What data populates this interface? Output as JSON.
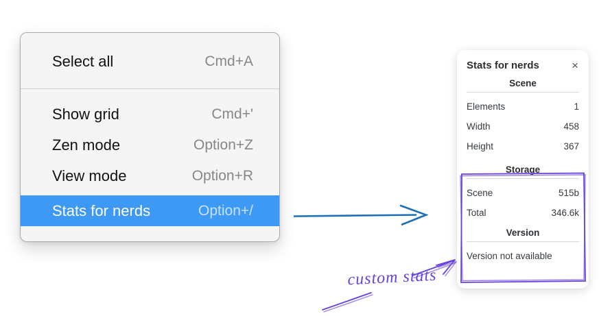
{
  "colors": {
    "highlight_blue": "#3d99f4",
    "arrow_blue": "#1c6fb8",
    "annotation_purple": "#6741d9"
  },
  "context_menu": {
    "groups": [
      {
        "items": [
          {
            "label": "Select all",
            "shortcut": "Cmd+A",
            "highlighted": false
          }
        ]
      },
      {
        "items": [
          {
            "label": "Show grid",
            "shortcut": "Cmd+'",
            "highlighted": false
          },
          {
            "label": "Zen mode",
            "shortcut": "Option+Z",
            "highlighted": false
          },
          {
            "label": "View mode",
            "shortcut": "Option+R",
            "highlighted": false
          },
          {
            "label": "Stats for nerds",
            "shortcut": "Option+/",
            "highlighted": true
          }
        ]
      }
    ]
  },
  "stats_panel": {
    "title": "Stats for nerds",
    "close_icon": "×",
    "sections": [
      {
        "header": "Scene",
        "rows": [
          {
            "label": "Elements",
            "value": "1"
          },
          {
            "label": "Width",
            "value": "458"
          },
          {
            "label": "Height",
            "value": "367"
          }
        ]
      },
      {
        "header": "Storage",
        "rows": [
          {
            "label": "Scene",
            "value": "515b"
          },
          {
            "label": "Total",
            "value": "346.6k"
          }
        ]
      },
      {
        "header": "Version",
        "rows": [],
        "note": "Version not available"
      }
    ]
  },
  "annotations": {
    "custom_stats_label": "custom stats"
  }
}
